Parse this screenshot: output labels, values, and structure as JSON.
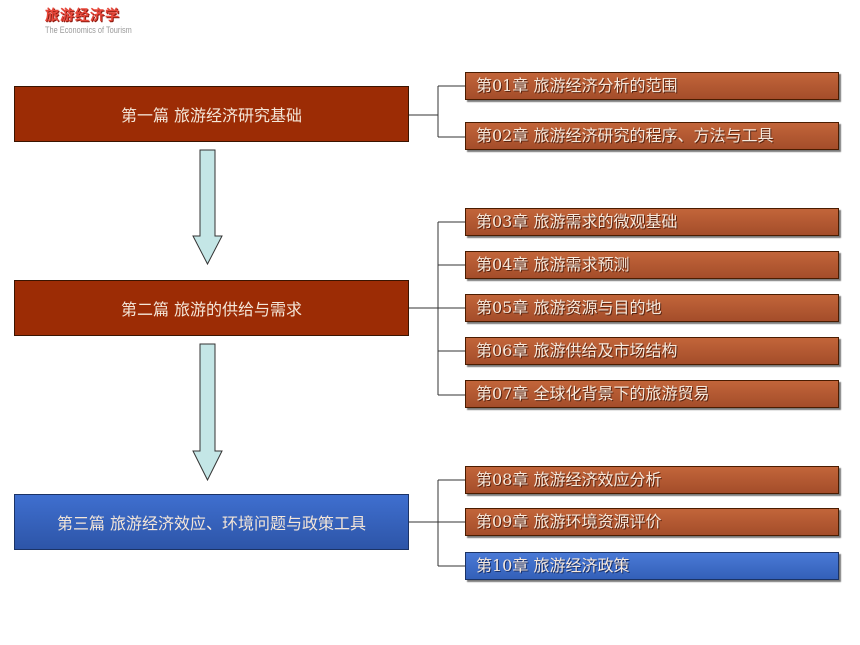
{
  "logo": {
    "title_cn": "旅游经济学",
    "title_en": "The Economics of Tourism"
  },
  "parts": [
    {
      "label": "第一篇  旅游经济研究基础",
      "color": "#9c2c05"
    },
    {
      "label": "第二篇  旅游的供给与需求",
      "color": "#9c2c05"
    },
    {
      "label": "第三篇  旅游经济效应、环境问题与政策工具",
      "color": "#2d55a8"
    }
  ],
  "chapters": [
    {
      "label": "第01章  旅游经济分析的范围",
      "part": 1
    },
    {
      "label": "第02章  旅游经济研究的程序、方法与工具",
      "part": 1
    },
    {
      "label": "第03章  旅游需求的微观基础",
      "part": 2
    },
    {
      "label": "第04章  旅游需求预测",
      "part": 2
    },
    {
      "label": "第05章  旅游资源与目的地",
      "part": 2
    },
    {
      "label": "第06章  旅游供给及市场结构",
      "part": 2
    },
    {
      "label": "第07章  全球化背景下的旅游贸易",
      "part": 2
    },
    {
      "label": "第08章  旅游经济效应分析",
      "part": 3
    },
    {
      "label": "第09章  旅游环境资源评价",
      "part": 3
    },
    {
      "label": "第10章  旅游经济政策",
      "part": 3,
      "highlight": true
    }
  ]
}
